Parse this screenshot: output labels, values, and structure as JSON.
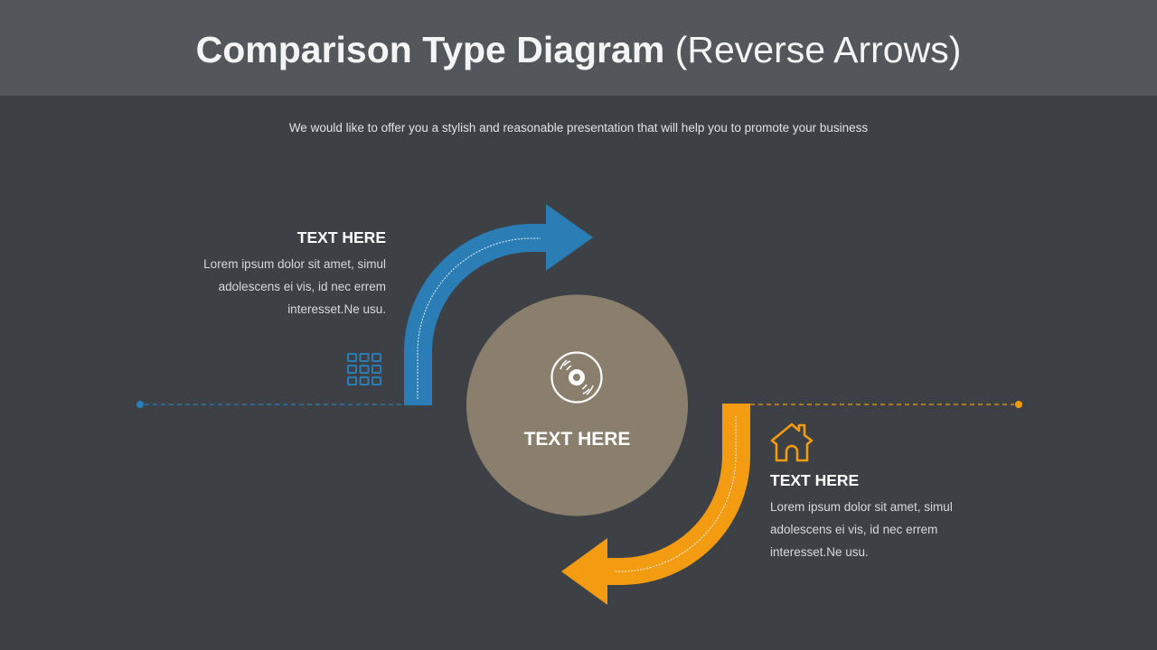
{
  "header": {
    "title_bold": "Comparison Type Diagram",
    "title_light": "(Reverse Arrows)",
    "subtitle": "We would like to offer you a stylish and reasonable presentation that will help you to promote your business"
  },
  "center": {
    "label": "TEXT HERE",
    "icon": "cd-disc-icon",
    "color": "#8a7f6d"
  },
  "left_block": {
    "title": "TEXT HERE",
    "lines": [
      "Lorem ipsum dolor sit amet, simul",
      "adolescens ei vis, id nec errem",
      "interesset.Ne usu."
    ],
    "icon": "grid-icon",
    "color": "#2a7db5"
  },
  "right_block": {
    "title": "TEXT HERE",
    "lines": [
      "Lorem ipsum dolor sit amet, simul",
      "adolescens ei vis, id nec errem",
      "interesset.Ne usu."
    ],
    "icon": "house-icon",
    "color": "#f39c12"
  },
  "colors": {
    "background": "#3d4146",
    "header_band": "#53575b",
    "blue_arrow": "#2a7db5",
    "orange_arrow": "#f39c12",
    "circle": "#8a7f6d"
  }
}
